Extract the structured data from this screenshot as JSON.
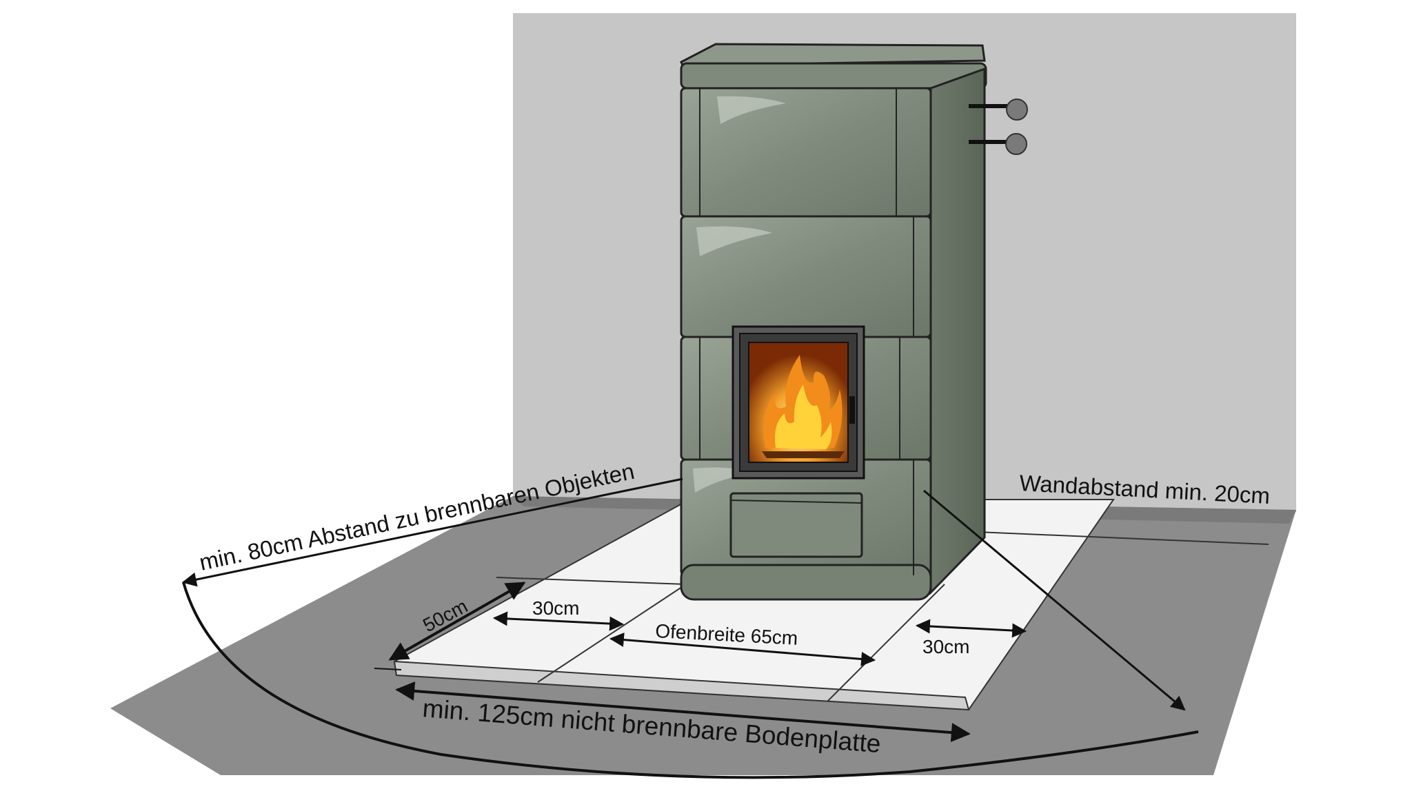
{
  "labels": {
    "combustible_distance": "min. 80cm Abstand zu brennbaren Objekten",
    "wall_distance": "Wandabstand min. 20cm",
    "depth_front": "50cm",
    "side_left": "30cm",
    "stove_width": "Ofenbreite 65cm",
    "side_right": "30cm",
    "floor_plate": "min. 125cm nicht brennbare Bodenplatte"
  },
  "colors": {
    "wall": "#c6c6c6",
    "floor": "#8a8a8a",
    "floor_plate": "#f3f3f3",
    "stove_body": "#7f8a7c",
    "stove_dark": "#5f6a5d",
    "stove_light": "#a9b2a6",
    "flame_outer": "#f28c1a",
    "flame_inner": "#ffd23a",
    "line": "#111111"
  },
  "icons": [
    "fire-icon",
    "arrow-icon",
    "wall-knob-icon"
  ]
}
